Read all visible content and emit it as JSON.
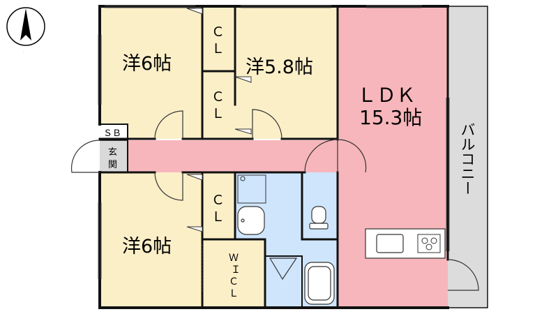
{
  "compass": {
    "label": "N",
    "icon": "north-arrow-icon"
  },
  "rooms": {
    "west_top": {
      "label": "洋6帖"
    },
    "north_middle": {
      "label": "洋5.8帖"
    },
    "west_bottom": {
      "label": "洋6帖"
    },
    "ldk": {
      "label_1": "ＬＤＫ",
      "label_2": "15.3帖"
    },
    "balcony": {
      "label": "バルコニー"
    },
    "closet_1": {
      "label_1": "Ｃ",
      "label_2": "Ｌ"
    },
    "closet_2": {
      "label_1": "Ｃ",
      "label_2": "Ｌ"
    },
    "closet_3": {
      "label_1": "Ｃ",
      "label_2": "Ｌ"
    },
    "wic": {
      "label_1": "Ｗ",
      "label_2": "Ｉ",
      "label_3": "Ｃ",
      "label_4": "Ｌ"
    },
    "shoe_box": {
      "label": "ＳＢ"
    },
    "entrance": {
      "label_1": "玄",
      "label_2": "関"
    }
  },
  "colors": {
    "bedroom": "#fbefc8",
    "ldk": "#f7b6bb",
    "wet": "#cfe5fb",
    "balcony": "#dcdcdc",
    "entrance": "#d9d9d9",
    "wall": "#111111"
  }
}
